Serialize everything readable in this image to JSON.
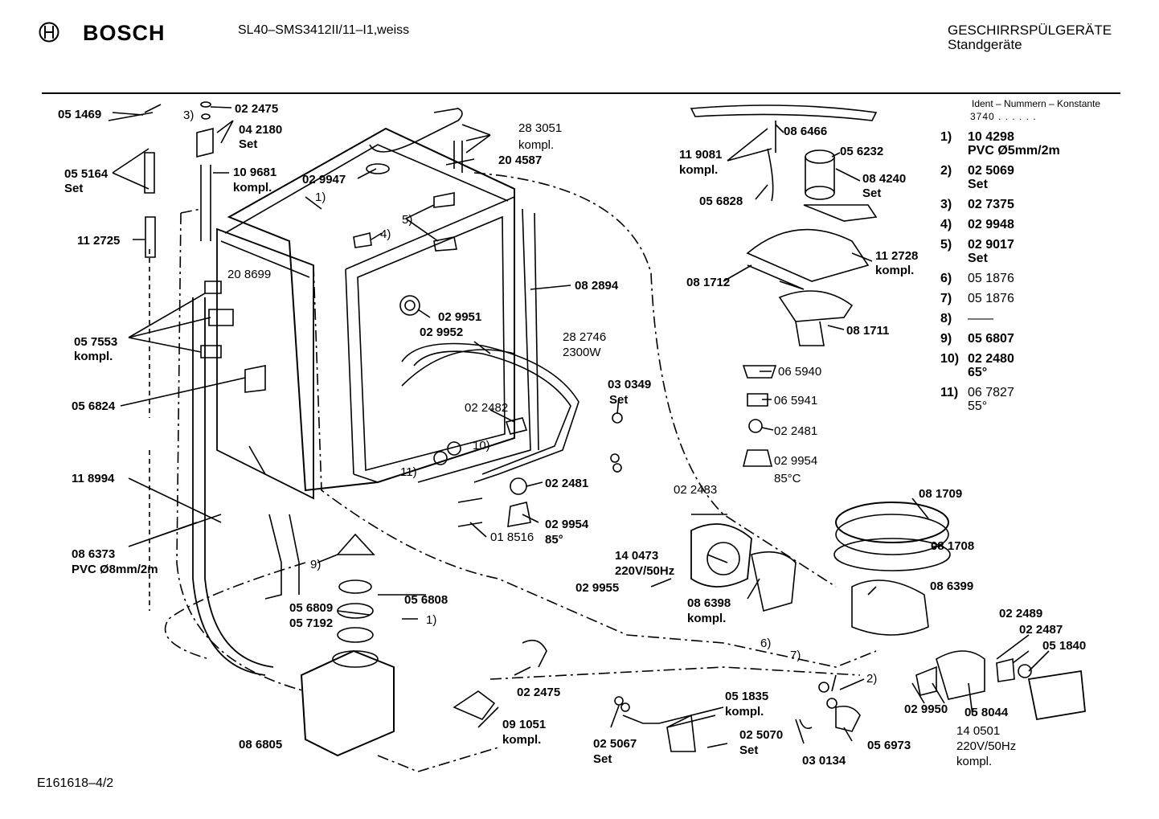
{
  "header": {
    "brand": "BOSCH",
    "model": "SL40–SMS3412II/11–I1,weiss",
    "category_line1": "GESCHIRRSPÜLGERÄTE",
    "category_line2": "Standgeräte"
  },
  "legend": {
    "title": "Ident – Nummern – Konstante",
    "constant": "3740 . . . . . .",
    "items": [
      {
        "key": "1)",
        "value": "10 4298",
        "value2": "PVC Ø5mm/2m",
        "bold": true
      },
      {
        "key": "2)",
        "value": "02 5069",
        "value2": "Set",
        "bold": true
      },
      {
        "key": "3)",
        "value": "02 7375",
        "value2": "",
        "bold": true
      },
      {
        "key": "4)",
        "value": "02 9948",
        "value2": "",
        "bold": true
      },
      {
        "key": "5)",
        "value": "02 9017",
        "value2": "Set",
        "bold": true
      },
      {
        "key": "6)",
        "value": "05 1876",
        "value2": "",
        "bold": false
      },
      {
        "key": "7)",
        "value": "05 1876",
        "value2": "",
        "bold": false
      },
      {
        "key": "8)",
        "value": "——",
        "value2": "",
        "bold": false
      },
      {
        "key": "9)",
        "value": "05 6807",
        "value2": "",
        "bold": true
      },
      {
        "key": "10)",
        "value": "02 2480",
        "value2": "65°",
        "bold": true
      },
      {
        "key": "11)",
        "value": "06 7827",
        "value2": "55°",
        "bold": false
      }
    ]
  },
  "labels": {
    "p051469": "05 1469",
    "p022475a": "02 2475",
    "p042180": "04 2180",
    "set": "Set",
    "kompl": "kompl.",
    "p055164": "05 5164",
    "p109681": "10 9681",
    "p112725": "11 2725",
    "p029947": "02 9947",
    "p283051": "28 3051",
    "p204587": "20 4587",
    "p208699": "20 8699",
    "p082894": "08 2894",
    "p029951": "02 9951",
    "p029952": "02 9952",
    "p057553": "05 7553",
    "p056824": "05 6824",
    "p282746": "28 2746",
    "w2300": "2300W",
    "p030349": "03 0349",
    "p022482": "02 2482",
    "p022481": "02 2481",
    "p029954": "02 9954",
    "deg85": "85°",
    "deg85c": "85°C",
    "p018516": "01 8516",
    "p118994": "11 8994",
    "p086373": "08 6373",
    "pvc8": "PVC Ø8mm/2m",
    "p056809": "05 6809",
    "p057192": "05 7192",
    "p056808": "05 6808",
    "p086805": "08 6805",
    "p091051": "09 1051",
    "p022475b": "02 2475",
    "p025067": "02 5067",
    "p051835": "05 1835",
    "p025070": "02 5070",
    "p030134": "03 0134",
    "p056973": "05 6973",
    "p029950": "02 9950",
    "p058044": "05 8044",
    "p140501": "14 0501",
    "v220": "220V/50Hz",
    "p086466": "08 6466",
    "p119081": "11 9081",
    "p056232": "05 6232",
    "p084240": "08 4240",
    "p056828": "05 6828",
    "p112728": "11 2728",
    "p081712": "08 1712",
    "p081711": "08 1711",
    "p065940": "06 5940",
    "p065941": "06 5941",
    "p022483": "02 2483",
    "p140473": "14 0473",
    "p029955": "02 9955",
    "p086398": "08 6398",
    "p081709": "08 1709",
    "p081708": "08 1708",
    "p086399": "08 6399",
    "p022489": "02 2489",
    "p022487": "02 2487",
    "p051840": "05 1840",
    "r1": "1)",
    "r2": "2)",
    "r3": "3)",
    "r4": "4)",
    "r5": "5)",
    "r6": "6)",
    "r7": "7)",
    "r9": "9)",
    "r10": "10)",
    "r11": "11)"
  },
  "footer": {
    "code": "E161618–4/2"
  }
}
